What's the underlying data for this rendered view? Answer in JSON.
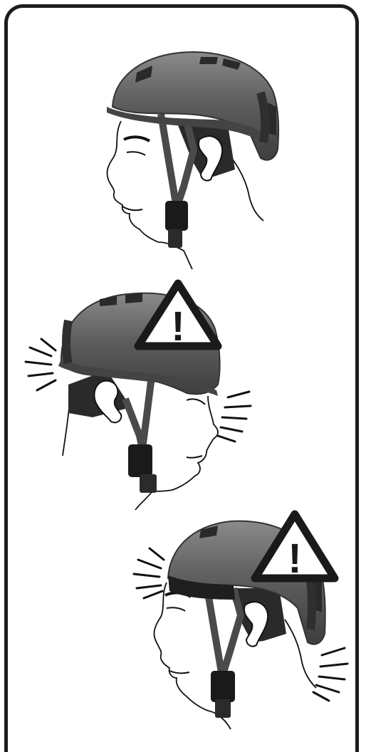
{
  "figure": {
    "panels": [
      {
        "name": "helmet-correct-fit",
        "warning": false
      },
      {
        "name": "helmet-tilted-back",
        "warning": true,
        "warning_symbol": "!"
      },
      {
        "name": "helmet-tilted-forward",
        "warning": true,
        "warning_symbol": "!"
      }
    ],
    "colors": {
      "helmet_shell": "#5a5a5a",
      "helmet_highlight": "#8a8a8a",
      "strap": "#4a4a4a",
      "buckle": "#1a1a1a",
      "line": "#111111",
      "frame": "#1c1c1c"
    }
  }
}
